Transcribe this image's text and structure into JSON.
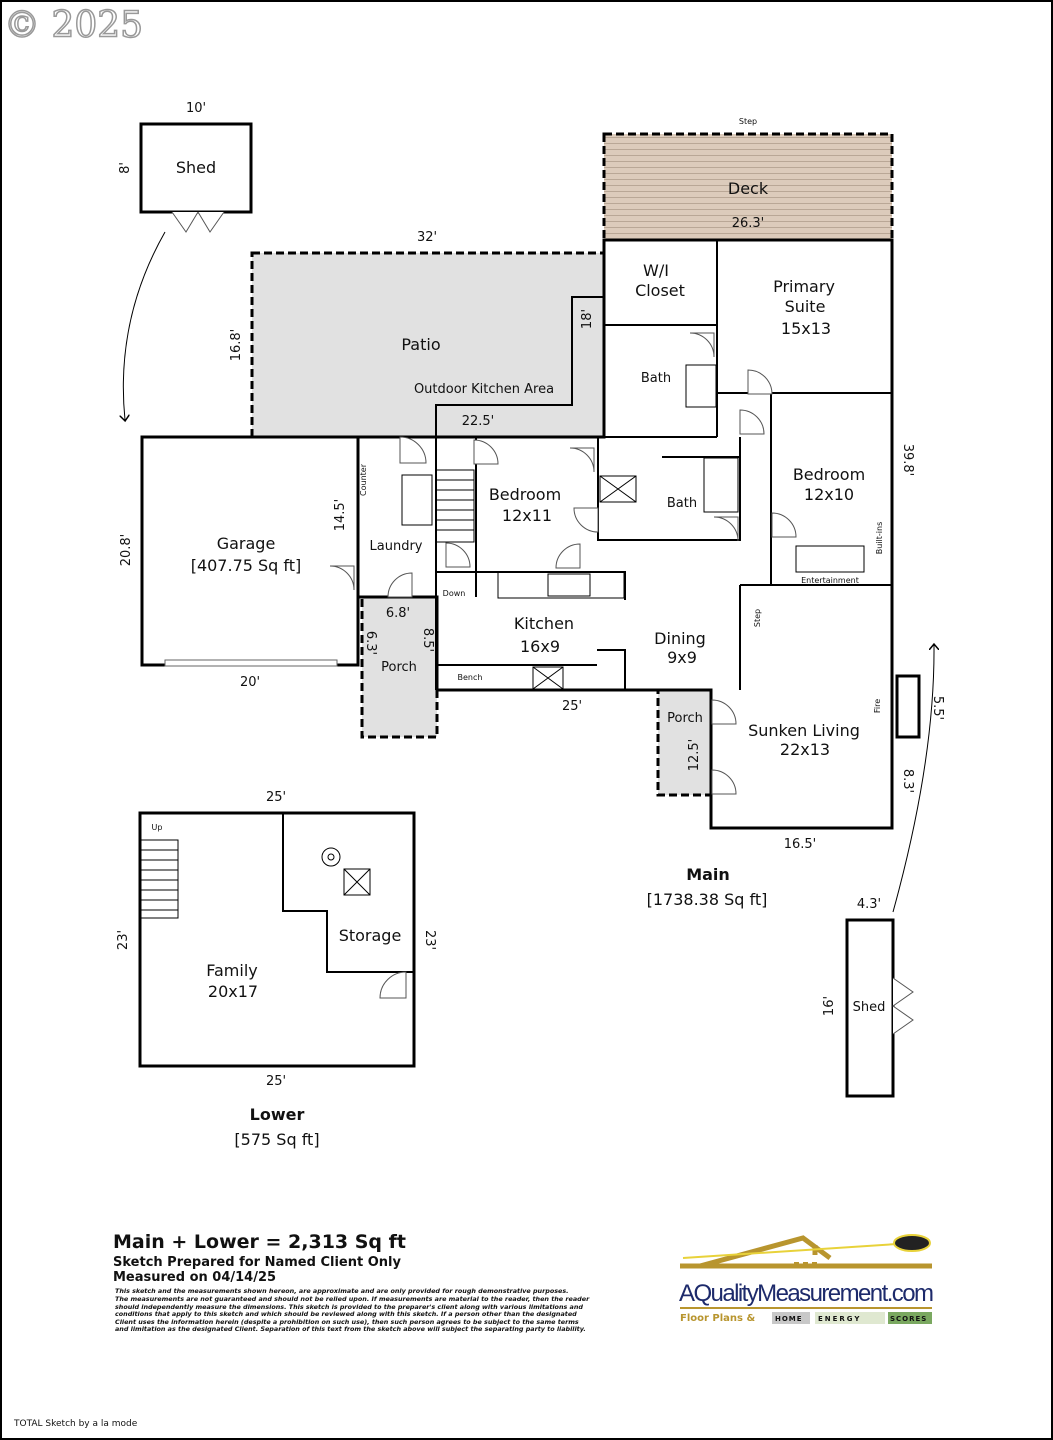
{
  "copyright": "© 2025",
  "shed_top": {
    "label": "Shed",
    "width": "10'",
    "depth": "8'"
  },
  "deck": {
    "label": "Deck",
    "step": "Step",
    "width": "26.3'"
  },
  "patio": {
    "label": "Patio",
    "sub": "Outdoor Kitchen Area",
    "top": "32'",
    "left": "16.8'",
    "bottom": "22.5'",
    "inner": "18'"
  },
  "garage": {
    "label": "Garage",
    "area": "[407.75 Sq ft]",
    "left": "20.8'",
    "right": "14.5'",
    "bottom": "20'"
  },
  "rooms": {
    "wi_closet_1": "W/I",
    "wi_closet_2": "Closet",
    "primary_1": "Primary",
    "primary_2": "Suite",
    "primary_3": "15x13",
    "bath1": "Bath",
    "bath2": "Bath",
    "bedroom1": "Bedroom",
    "bedroom1_size": "12x11",
    "bedroom2": "Bedroom",
    "bedroom2_size": "12x10",
    "built_ins": "Built-ins",
    "entertainment": "Entertainment",
    "counter": "Counter",
    "laundry": "Laundry",
    "down": "Down",
    "kitchen": "Kitchen",
    "kitchen_size": "16x9",
    "bench": "Bench",
    "dining": "Dining",
    "dining_size": "9x9",
    "step": "Step",
    "sunken": "Sunken Living",
    "sunken_size": "22x13",
    "fire": "Fire"
  },
  "porch_left": {
    "label": "Porch",
    "top": "6.8'",
    "left": "6.3'",
    "right": "8.5'"
  },
  "porch_right": {
    "label": "Porch",
    "depth": "12.5'"
  },
  "main_dims": {
    "right": "39.8'",
    "bottom_mid": "25'",
    "bottom_right": "16.5'",
    "fire_w": "5.5'",
    "living_right": "8.3'"
  },
  "main_summary": {
    "title": "Main",
    "area": "[1738.38 Sq ft]"
  },
  "lower": {
    "top": "25'",
    "bottom": "25'",
    "left": "23'",
    "right": "23'",
    "up": "Up",
    "storage": "Storage",
    "family": "Family",
    "family_size": "20x17",
    "title": "Lower",
    "area": "[575 Sq ft]"
  },
  "shed_right": {
    "label": "Shed",
    "width": "4.3'",
    "depth": "16'"
  },
  "footer": {
    "total": "Main + Lower = 2,313 Sq ft",
    "prepared": "Sketch Prepared for Named Client Only",
    "measured": "Measured on 04/14/25",
    "disclaimer": [
      "This sketch and the measurements shown hereon, are approximate and are only provided for rough demonstrative purposes.",
      "The measurements are not guaranteed and should not be relied upon.  If measurements are material to the reader, then the reader",
      "should independently measure the dimensions.  This sketch is provided to the preparer's client along with various limitations and",
      "conditions that apply to this sketch and which should be reviewed along with this sketch.  If a person other than the designated",
      "Client uses the information herein (despite a prohibition on such use), then such person agrees to be subject to the same terms",
      "and limitation as the designated Client.  Separation of this text from the sketch above will subject the separating party to liability."
    ],
    "credit": "TOTAL Sketch by a la mode"
  },
  "logo": {
    "name": "AQualityMeasurement.com",
    "floor": "Floor Plans &",
    "home": "HOME",
    "energy": "ENERGY",
    "scores": "SCORES"
  }
}
